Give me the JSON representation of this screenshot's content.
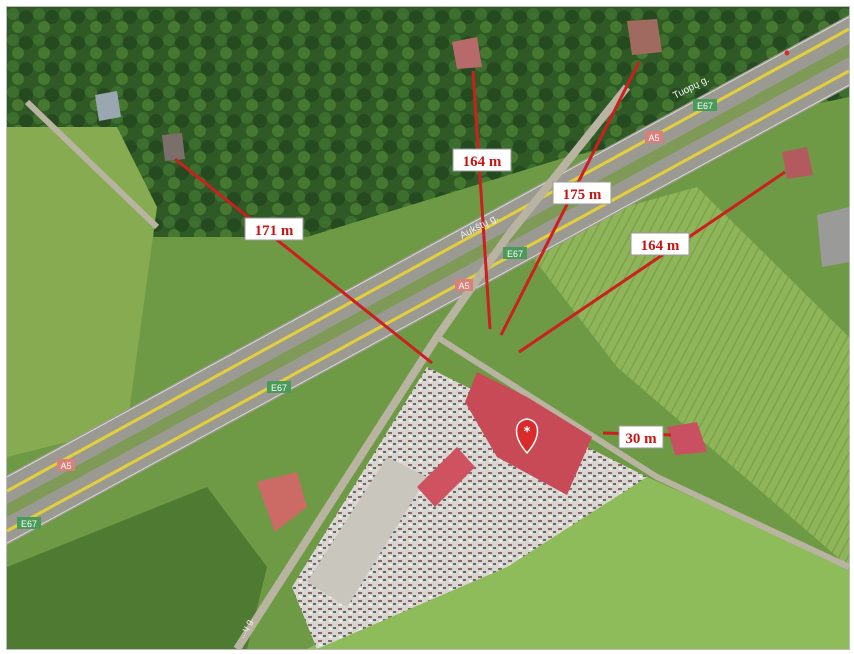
{
  "distance_labels": [
    {
      "id": "d1",
      "text": "171 m"
    },
    {
      "id": "d2",
      "text": "164 m"
    },
    {
      "id": "d3",
      "text": "175 m"
    },
    {
      "id": "d4",
      "text": "164 m"
    },
    {
      "id": "d5",
      "text": "30 m"
    }
  ],
  "road_labels": {
    "street_1": "Tuopų g.",
    "street_2": "Aukštų g.",
    "street_3": "...ų g."
  },
  "route_shields": [
    {
      "id": "s1",
      "text": "E67",
      "color": "#4a9a5a"
    },
    {
      "id": "s2",
      "text": "A5",
      "color": "#d9807a"
    },
    {
      "id": "s3",
      "text": "E67",
      "color": "#4a9a5a"
    },
    {
      "id": "s4",
      "text": "A5",
      "color": "#d9807a"
    },
    {
      "id": "s5",
      "text": "E67",
      "color": "#4a9a5a"
    },
    {
      "id": "s6",
      "text": "A5",
      "color": "#d9807a"
    },
    {
      "id": "s7",
      "text": "E67",
      "color": "#4a9a5a"
    }
  ],
  "colors": {
    "measure_line": "#cc1f1f",
    "label_text": "#c81414",
    "marker": "#d92b2b",
    "field": "#7da24b",
    "road": "#9a9a92",
    "center_line": "#e3cf3a"
  },
  "marker_icon": "map-pin-icon"
}
